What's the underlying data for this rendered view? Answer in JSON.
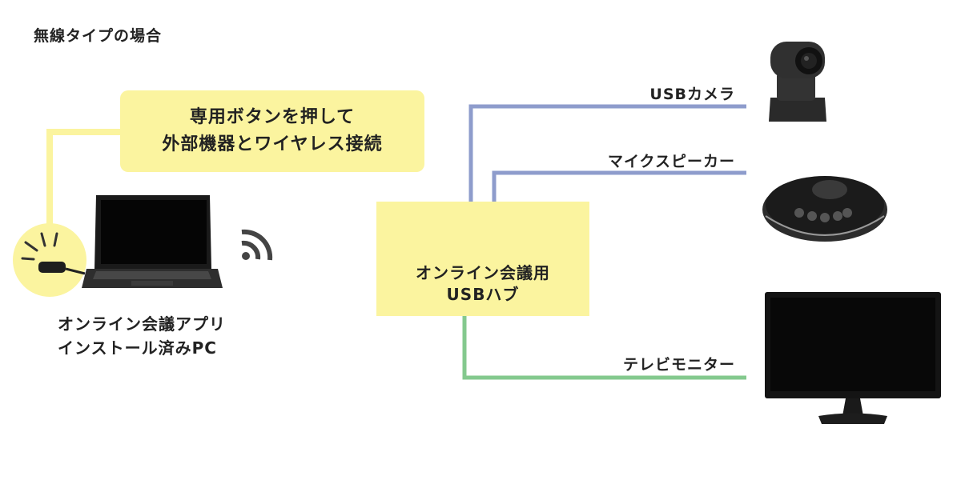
{
  "title": "無線タイプの場合",
  "callout": {
    "line1": "専用ボタンを押して",
    "line2": "外部機器とワイヤレス接続"
  },
  "pc": {
    "line1": "オンライン会議アプリ",
    "line2": "インストール済みPC"
  },
  "hub": {
    "line1": "オンライン会議用",
    "line2": "USBハブ"
  },
  "devices": {
    "camera": "USBカメラ",
    "speaker": "マイクスピーカー",
    "monitor": "テレビモニター"
  },
  "colors": {
    "highlight": "#fbf49f",
    "usb_line": "#8e9ccc",
    "hdmi_line": "#84c98e"
  },
  "icons": [
    "wifi-icon",
    "laptop-icon",
    "wireless-button-icon",
    "usb-hub-icon",
    "ptz-camera-icon",
    "speakerphone-icon",
    "monitor-icon"
  ]
}
